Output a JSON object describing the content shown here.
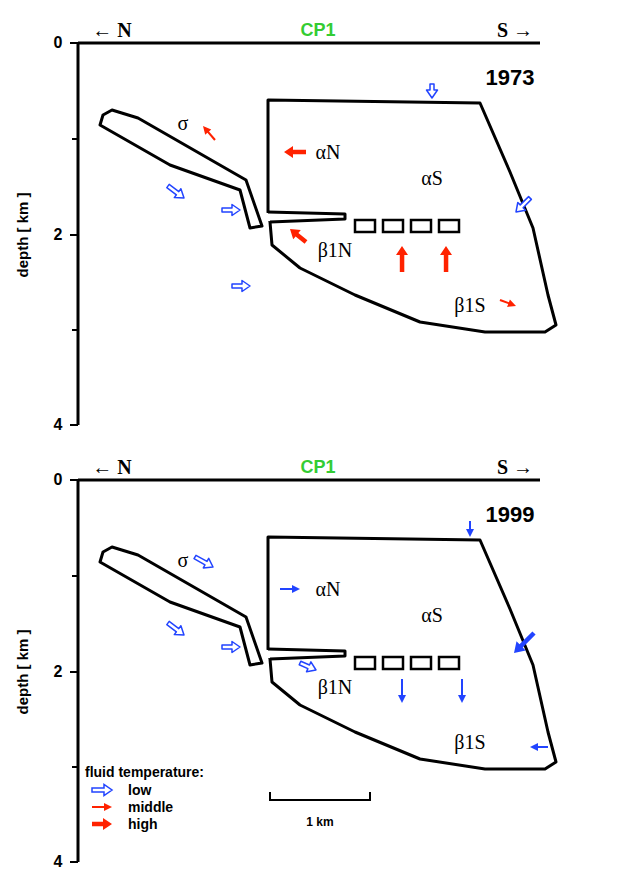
{
  "diagram": {
    "labels": [
      "← N",
      "CP1",
      "S →",
      "1973",
      "0",
      "2",
      "4",
      "depth [ km ]",
      "σ",
      "αN",
      "αS",
      "β1N",
      "β1S",
      "← N",
      "CP1",
      "S →",
      "1999",
      "0",
      "2",
      "4",
      "depth [ km ]",
      "σ",
      "αN",
      "αS",
      "β1N",
      "β1S",
      "fluid temperature:",
      "1 km"
    ],
    "legend": [
      {
        "text": "low"
      },
      {
        "text": "middle"
      },
      {
        "text": "high"
      }
    ]
  }
}
